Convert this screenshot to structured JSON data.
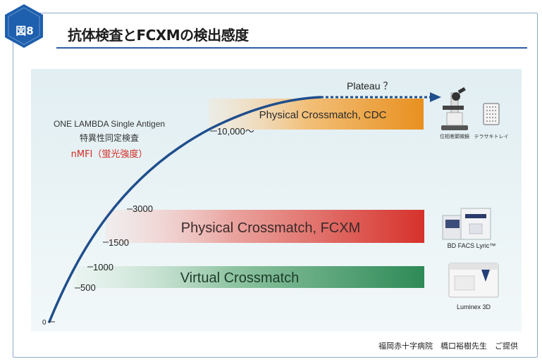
{
  "header": {
    "figure_label": "図8",
    "title": "抗体検査とFCXMの検出感度"
  },
  "axis_caption": {
    "line1": "ONE LAMBDA Single Antigen",
    "line2": "特異性同定検査",
    "line3": "nMFI（蛍光強度）"
  },
  "ticks": [
    "0",
    "500",
    "1000",
    "1500",
    "3000",
    "10,000〜"
  ],
  "bands": [
    {
      "label": "Physical Crossmatch, CDC",
      "color": "#e8901f"
    },
    {
      "label": "Physical Crossmatch, FCXM",
      "color": "#d6322b"
    },
    {
      "label": "Virtual Crossmatch",
      "color": "#2e8a57"
    }
  ],
  "plateau_label": "Plateau ？",
  "instruments": {
    "microscope": "位相差顕微鏡",
    "tray": "テラサキトレイ",
    "facs": "BD FACS Lyric™",
    "luminex": "Luminex 3D"
  },
  "credit": "福岡赤十字病院　橋口裕樹先生　ご提供",
  "colors": {
    "curve": "#1f4e8c",
    "header_hex": "#1e5fae",
    "caption_red": "#d12a22"
  }
}
